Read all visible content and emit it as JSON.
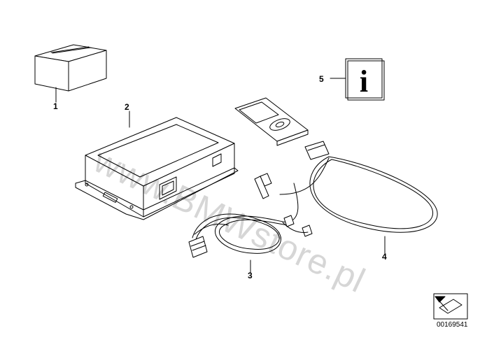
{
  "callouts": {
    "c1": "1",
    "c2": "2",
    "c3": "3",
    "c4": "4",
    "c5": "5"
  },
  "info_label": "i",
  "reference_number": "00169541",
  "watermark": "www.BMWstore.pl",
  "colors": {
    "line": "#000000",
    "background": "#ffffff",
    "watermark": "#bdbdbd"
  }
}
